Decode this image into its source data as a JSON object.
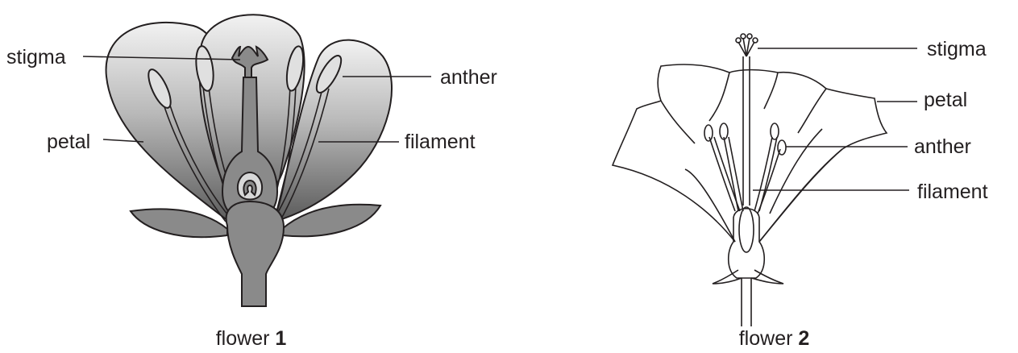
{
  "flower1": {
    "labels": {
      "stigma": "stigma",
      "anther": "anther",
      "petal": "petal",
      "filament": "filament"
    },
    "caption": {
      "prefix": "flower ",
      "number": "1"
    }
  },
  "flower2": {
    "labels": {
      "stigma": "stigma",
      "petal": "petal",
      "anther": "anther",
      "filament": "filament"
    },
    "caption": {
      "prefix": "flower ",
      "number": "2"
    }
  }
}
